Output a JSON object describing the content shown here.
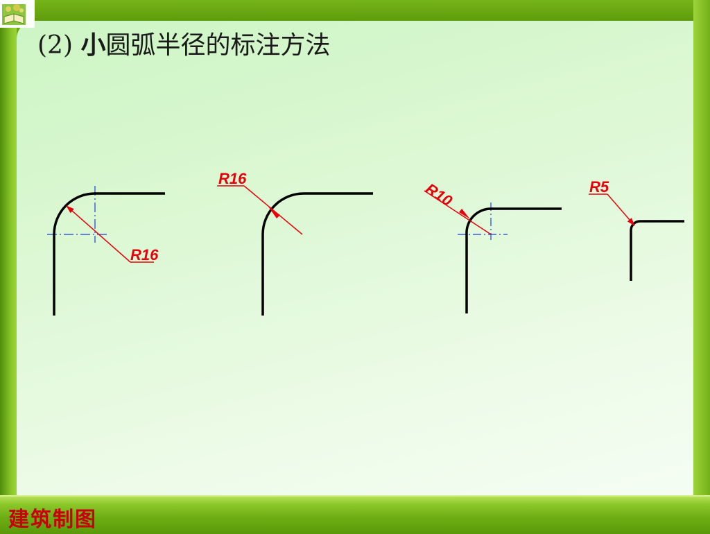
{
  "title": {
    "prefix": "(2) ",
    "emphasis": "小",
    "rest": "圆弧半径的标注方法"
  },
  "footer": {
    "label": "建筑制图"
  },
  "logo": {
    "icon": "book-icon"
  },
  "dimensions": {
    "fig1": "R16",
    "fig2": "R16",
    "fig3": "R10",
    "fig4": "R5"
  },
  "colors": {
    "dimension": "#e8000a",
    "centerline": "#1a3fd0",
    "outline": "#000000",
    "footer_text": "#c8000c"
  }
}
